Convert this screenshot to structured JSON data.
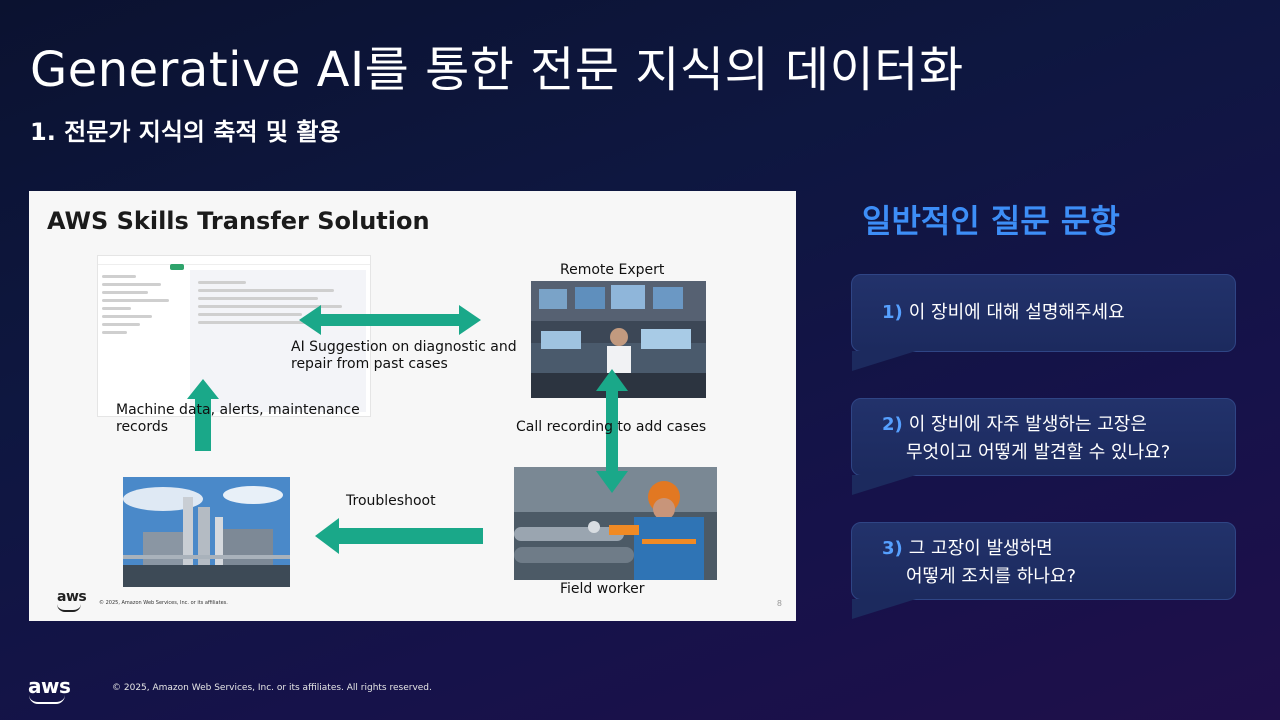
{
  "header": {
    "title": "Generative AI를 통한 전문 지식의 데이터화",
    "subtitle": "1. 전문가 지식의 축적 및 활용"
  },
  "slide": {
    "title": "AWS Skills Transfer Solution",
    "labels": {
      "remote_expert": "Remote Expert",
      "ai_suggestion_line1": "AI Suggestion on diagnostic and",
      "ai_suggestion_line2": "repair from past cases",
      "machine_data_line1": "Machine data, alerts, maintenance",
      "machine_data_line2": "records",
      "call_recording": "Call recording to add cases",
      "troubleshoot": "Troubleshoot",
      "field_worker": "Field worker"
    },
    "logo": "aws",
    "copyright": "© 2025, Amazon Web Services, Inc. or its affiliates.",
    "page_number": "8"
  },
  "faq": {
    "heading": "일반적인 질문 문항",
    "items": [
      {
        "num": "1)",
        "line1": "이 장비에 대해 설명해주세요",
        "line2": ""
      },
      {
        "num": "2)",
        "line1": "이 장비에 자주 발생하는 고장은",
        "line2": "무엇이고 어떻게 발견할 수 있나요?"
      },
      {
        "num": "3)",
        "line1": "그 고장이 발생하면",
        "line2": "어떻게 조치를 하나요?"
      }
    ]
  },
  "footer": {
    "logo": "aws",
    "copyright": "© 2025, Amazon Web Services, Inc. or its affiliates. All rights reserved."
  },
  "colors": {
    "accent_blue": "#3d8ef7",
    "arrow_green": "#1aa889",
    "bubble_bg": "#1c2a5e"
  }
}
